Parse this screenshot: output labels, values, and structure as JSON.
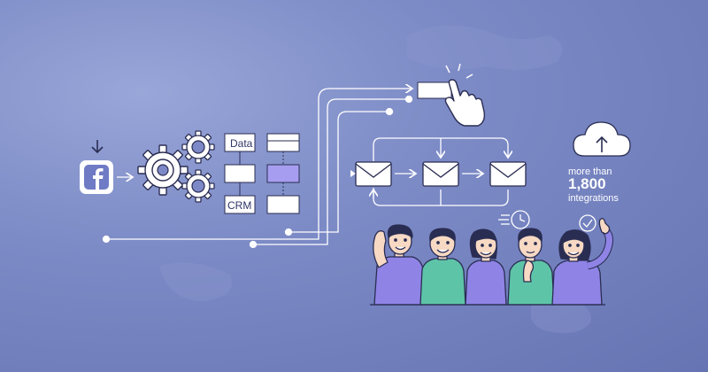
{
  "nodes": {
    "data_label": "Data",
    "crm_label": "CRM"
  },
  "stats": {
    "prefix": "more than",
    "number": "1,800",
    "suffix": "integrations"
  },
  "icons": [
    "facebook-icon",
    "gear-icon",
    "envelope-icon",
    "cloud-upload-icon",
    "clock-icon",
    "hand-pointer-icon",
    "arrow-down-icon"
  ],
  "colors": {
    "background": "#7482c0",
    "panel": "#ffffff",
    "accent": "#8f84e6",
    "line": "#ffffff",
    "shirt_purple": "#8f84e6",
    "shirt_teal": "#5ec4a8",
    "hair": "#2a2d52"
  }
}
